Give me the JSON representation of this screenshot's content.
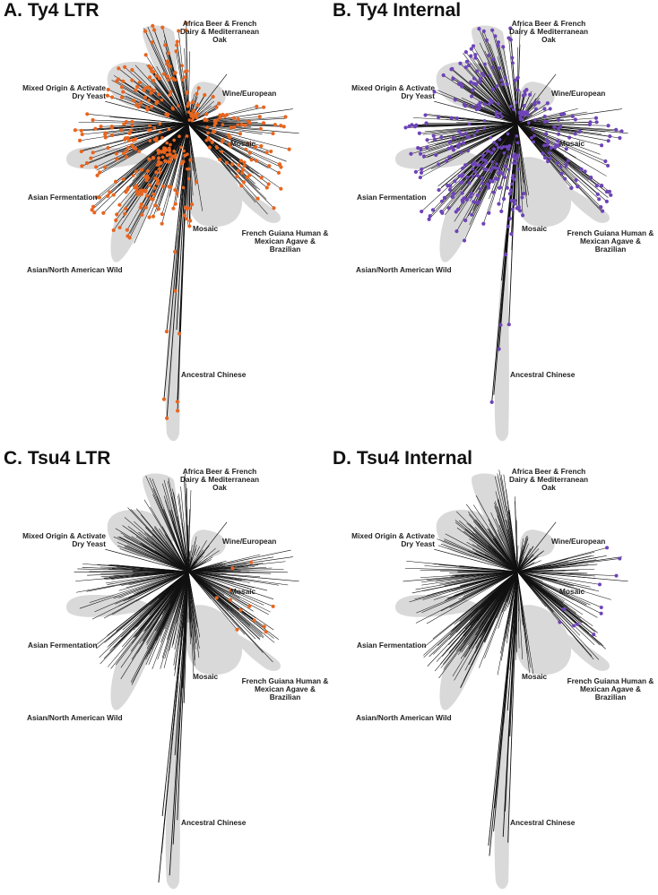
{
  "panels": [
    {
      "id": "A",
      "title": "A. Ty4 LTR",
      "marker_color": "#E8651F",
      "marker_density": "high",
      "marker_pattern": "broad"
    },
    {
      "id": "B",
      "title": "B. Ty4 Internal",
      "marker_color": "#6E44B8",
      "marker_density": "high",
      "marker_pattern": "broad"
    },
    {
      "id": "C",
      "title": "C. Tsu4 LTR",
      "marker_color": "#E8651F",
      "marker_density": "low",
      "marker_pattern": "sparse"
    },
    {
      "id": "D",
      "title": "D. Tsu4 Internal",
      "marker_color": "#6E44B8",
      "marker_density": "low",
      "marker_pattern": "sparse"
    }
  ],
  "clades": {
    "africa": "Africa Beer & French Dairy & Mediterranean Oak",
    "mixed": "Mixed Origin & Activate Dry Yeast",
    "wine": "Wine/European",
    "mosaic_right": "Mosaic",
    "asian_fermentation": "Asian Fermentation",
    "mosaic_bottom": "Mosaic",
    "french_guiana": "French Guiana Human & Mexican Agave & Brazilian",
    "asian_wild": "Asian/North American Wild",
    "ancestral": "Ancestral Chinese"
  },
  "colors": {
    "clade_shading": "#D9D9D9",
    "branches": "#111111"
  }
}
